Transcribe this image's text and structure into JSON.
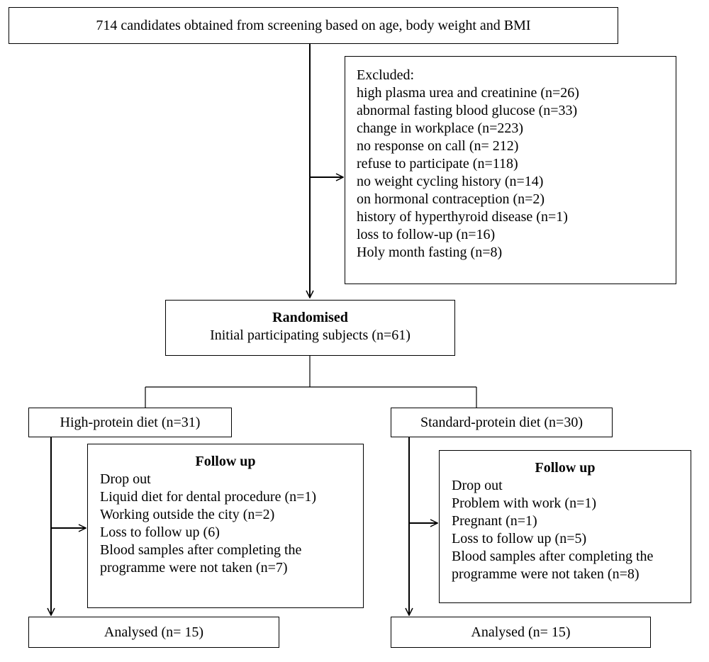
{
  "screening": {
    "text": "714 candidates obtained from screening based on age, body weight and BMI"
  },
  "excluded": {
    "heading": "Excluded:",
    "items": [
      "high plasma urea and creatinine (n=26)",
      "abnormal fasting blood glucose (n=33)",
      "change in workplace (n=223)",
      "no response on call (n= 212)",
      "refuse to participate (n=118)",
      "no weight cycling history (n=14)",
      "on hormonal contraception (n=2)",
      "history of hyperthyroid disease (n=1)",
      "loss to follow-up (n=16)",
      "Holy month fasting (n=8)"
    ]
  },
  "randomised": {
    "title": "Randomised",
    "subtitle": "Initial participating subjects (n=61)"
  },
  "arms": [
    {
      "label": "High-protein diet (n=31)",
      "followup": {
        "title": "Follow up",
        "lines": [
          "Drop out",
          "Liquid diet for dental procedure (n=1)",
          "Working outside the city (n=2)",
          "Loss to follow up (6)",
          "Blood samples after completing the",
          "programme were not taken (n=7)"
        ]
      },
      "analysed": "Analysed (n= 15)"
    },
    {
      "label": "Standard-protein diet (n=30)",
      "followup": {
        "title": "Follow up",
        "lines": [
          "Drop out",
          "Problem with work (n=1)",
          "Pregnant (n=1)",
          "Loss to follow up (n=5)",
          "Blood samples after completing the",
          "programme were not taken (n=8)"
        ]
      },
      "analysed": "Analysed (n= 15)"
    }
  ]
}
